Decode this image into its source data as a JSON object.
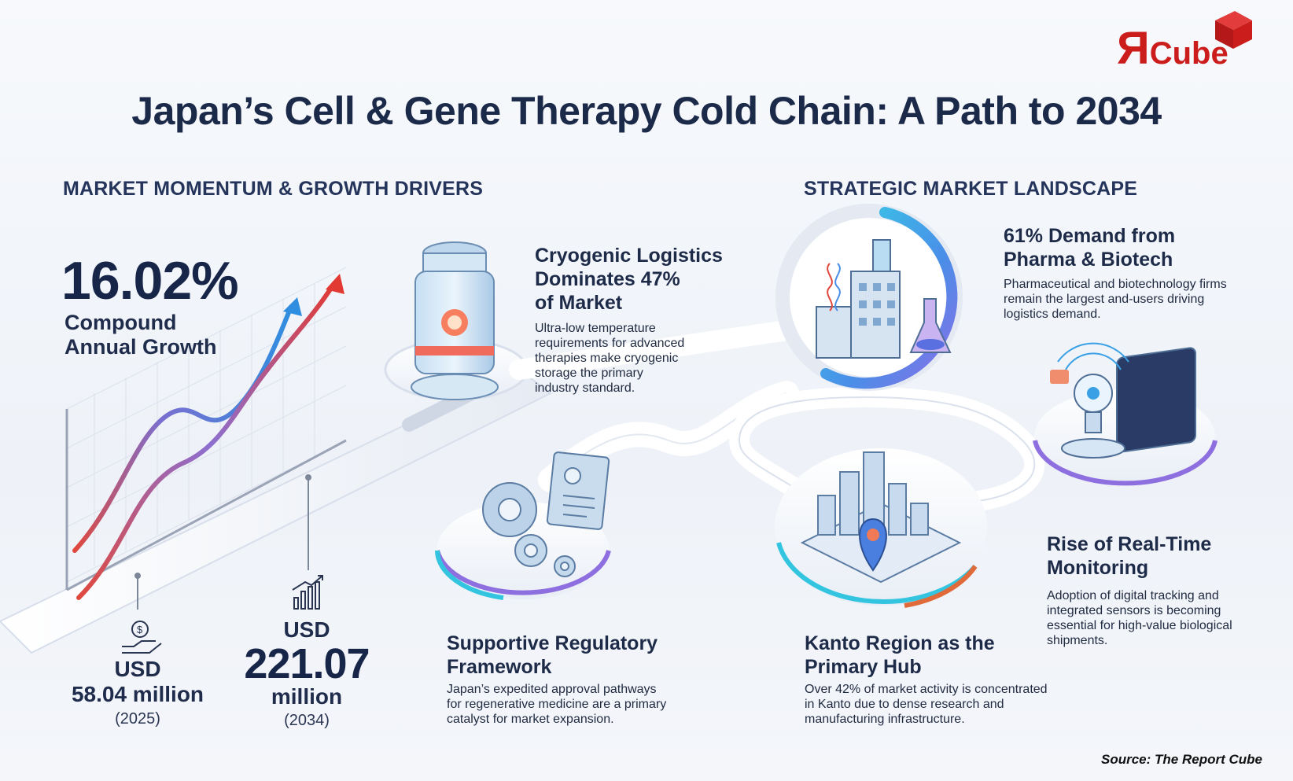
{
  "brand": {
    "logo_letter": "Я",
    "logo_word": "Cube",
    "accent_color": "#cc1d1d"
  },
  "title": "Japan’s Cell & Gene Therapy Cold Chain: A Path to 2034",
  "left_section": {
    "heading": "MARKET MOMENTUM & GROWTH DRIVERS",
    "cagr_value": "16.02%",
    "cagr_label_line1": "Compound",
    "cagr_label_line2": "Annual Growth",
    "value_2025": {
      "currency": "USD",
      "amount": "58.04 million",
      "year": "(2025)",
      "icon": "money-hand-icon"
    },
    "value_2034": {
      "currency": "USD",
      "amount": "221.07",
      "unit": "million",
      "year": "(2034)",
      "icon": "growth-bar-chart-icon"
    }
  },
  "right_section": {
    "heading": "STRATEGIC MARKET LANDSCAPE"
  },
  "cards": {
    "cryogenic": {
      "title_line1": "Cryogenic Logistics",
      "title_line2": "Dominates 47%",
      "title_line3": "of Market",
      "desc_line1": "Ultra-low temperature",
      "desc_line2": "requirements for advanced",
      "desc_line3": "therapies make cryogenic",
      "desc_line4": "storage the primary",
      "desc_line5": "industry standard.",
      "icon": "cryogenic-canister-icon"
    },
    "regulatory": {
      "title_line1": "Supportive Regulatory",
      "title_line2": "Framework",
      "desc_line1": "Japan’s expedited approval pathways",
      "desc_line2": "for regenerative medicine are a primary",
      "desc_line3": "catalyst for market expansion.",
      "icon": "gears-document-icon"
    },
    "pharma": {
      "title_line1": "61% Demand from",
      "title_line2": "Pharma & Biotech",
      "desc_line1": "Pharmaceutical and biotechnology firms",
      "desc_line2": "remain the largest and-users driving",
      "desc_line3": "logistics demand.",
      "icon": "lab-building-icon"
    },
    "kanto": {
      "title_line1": "Kanto Region as the",
      "title_line2": "Primary Hub",
      "desc_line1": "Over 42% of market activity is concentrated",
      "desc_line2": "in Kanto due to dense research and",
      "desc_line3": "manufacturing infrastructure.",
      "icon": "city-map-pin-icon"
    },
    "monitoring": {
      "title_line1": "Rise of Real-Time",
      "title_line2": "Monitoring",
      "desc_line1": "Adoption of digital tracking and",
      "desc_line2": "integrated sensors is becoming",
      "desc_line3": "essential for high-value biological",
      "desc_line4": "shipments.",
      "icon": "sensor-dashboard-icon"
    }
  },
  "source": "Source: The Report Cube"
}
